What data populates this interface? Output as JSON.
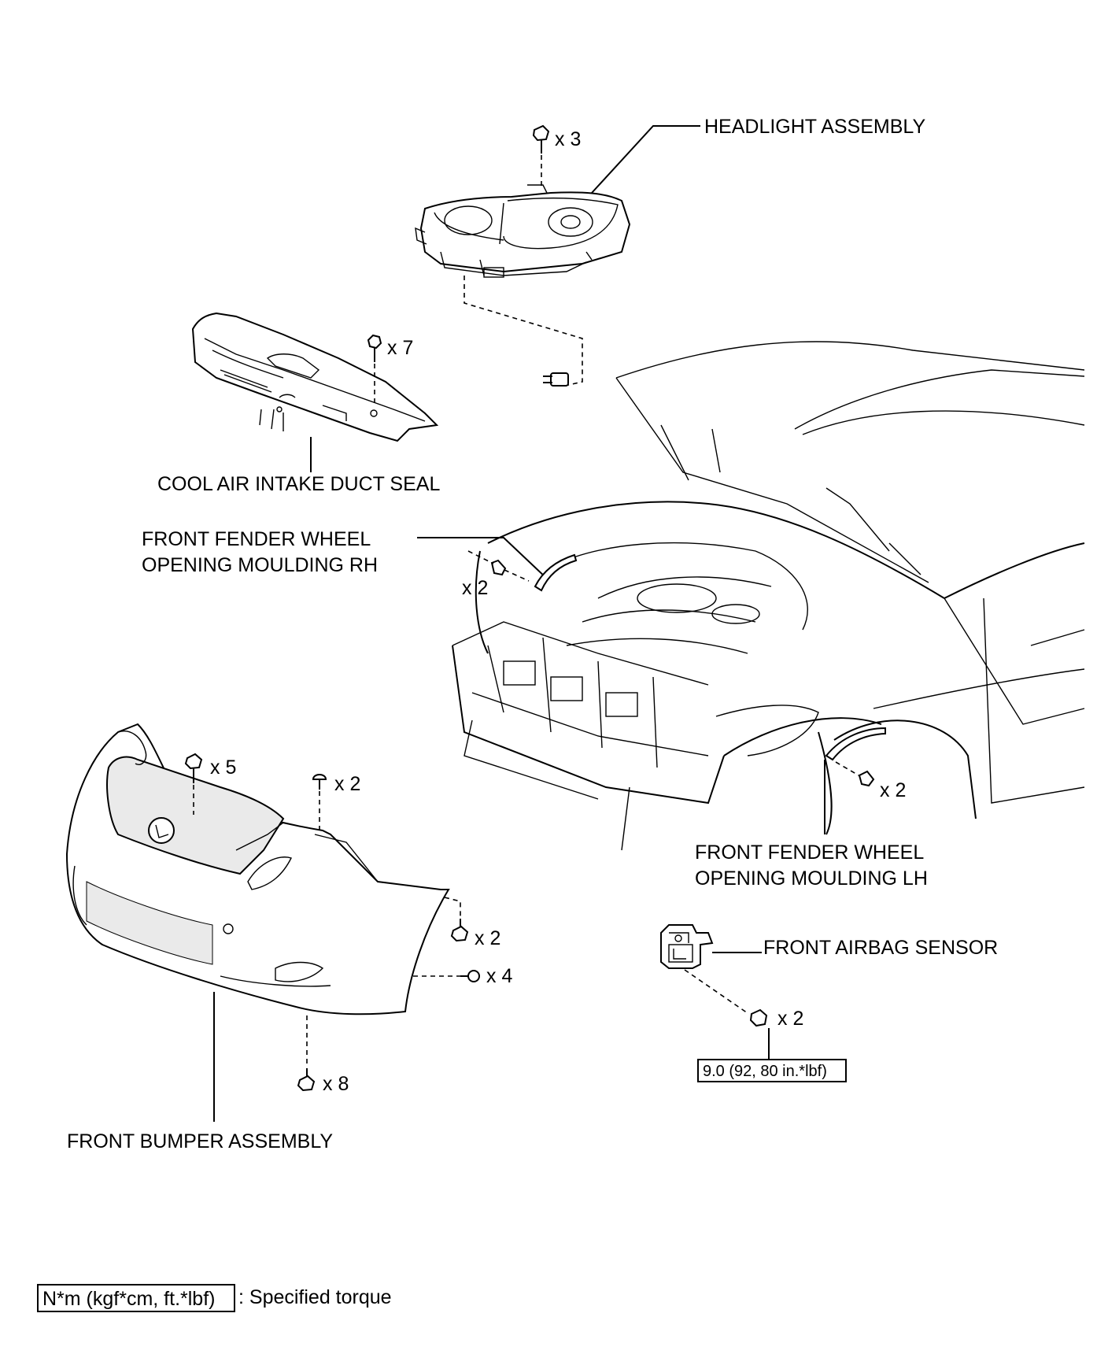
{
  "labels": {
    "headlight": "HEADLIGHT ASSEMBLY",
    "cool_air_duct_seal": "COOL AIR INTAKE DUCT SEAL",
    "fender_rh_line1": "FRONT FENDER WHEEL",
    "fender_rh_line2": "OPENING MOULDING RH",
    "fender_lh_line1": "FRONT FENDER WHEEL",
    "fender_lh_line2": "OPENING MOULDING LH",
    "airbag_sensor": "FRONT AIRBAG SENSOR",
    "bumper": "FRONT BUMPER ASSEMBLY"
  },
  "quantities": {
    "headlight_bolts": "x 3",
    "duct_seal_clips": "x 7",
    "fender_rh_clips": "x 2",
    "fender_lh_clips": "x 2",
    "bumper_top_screws": "x 5",
    "bumper_top_clips": "x 2",
    "bumper_side_screws": "x 2",
    "bumper_side_clips": "x 4",
    "bumper_bottom_screws": "x 8",
    "airbag_bolts": "x 2"
  },
  "torque": {
    "airbag_bolt_spec": "9.0 (92, 80 in.*lbf)"
  },
  "legend": {
    "unit_box": "N*m (kgf*cm, ft.*lbf)",
    "description": ": Specified torque"
  }
}
